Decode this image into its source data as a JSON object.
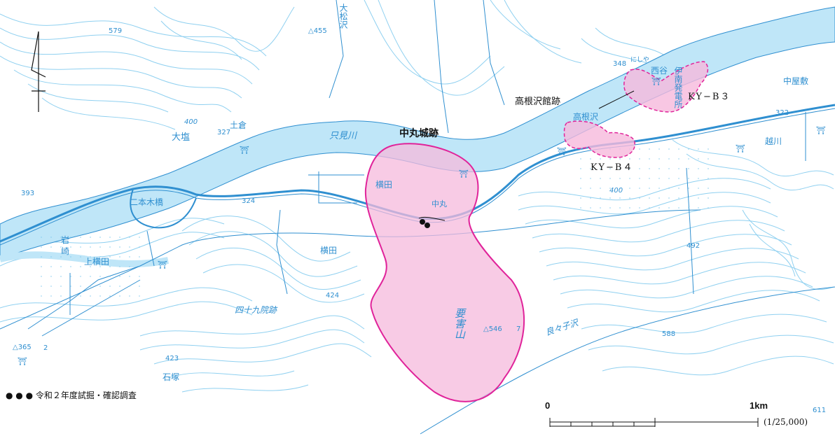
{
  "map": {
    "main_site": "中丸城跡",
    "sub_site": "高根沢館跡",
    "site_codes": [
      "KY−B３",
      "KY−B４"
    ],
    "colors": {
      "background": "#ffffff",
      "water": "#bfe6f8",
      "river_line": "#2f8fd0",
      "contour": "#7cc8ee",
      "site_fill": "#f6b9dc",
      "site_border": "#e0239a"
    }
  },
  "places": {
    "tadami_river": "只見川",
    "ooshio": "大塩",
    "tsuchikura": "土倉",
    "nihongi_bridge": "二本木橋",
    "iwasaki_a": "岩",
    "iwasaki_b": "崎",
    "kamiyokota": "上横田",
    "yokota_n": "横田",
    "yokota_s": "横田",
    "nakamaru": "中丸",
    "yougaisan": "要害山",
    "shijuku": "四十九院跡",
    "ishizuka": "石塚",
    "takanezawa": "高根沢",
    "nishiya": "西谷",
    "nishiya_kana": "にしや",
    "ina_plant": "伊南発電所",
    "nakayashiki": "中屋敷",
    "koshikawa": "越川",
    "ooboshizawa": "大松沢",
    "tsubura_mizusawa": "良々子沢"
  },
  "elevations": {
    "e579": "579",
    "e455": "△455",
    "e327": "327",
    "e324": "324",
    "e393": "393",
    "e400a": "400",
    "e400b": "400",
    "e424": "424",
    "e423": "423",
    "e365": "△365",
    "e365s": "2",
    "e546": "△546",
    "e546s": "7",
    "e348": "348",
    "e322": "322",
    "e492": "492",
    "e588": "588",
    "e611": "611"
  },
  "legend": {
    "dots": "● ● ●",
    "text": "令和２年度試掘・確認調査"
  },
  "scale": {
    "start": "0",
    "end": "1km",
    "ratio": "(1/25,000)"
  }
}
